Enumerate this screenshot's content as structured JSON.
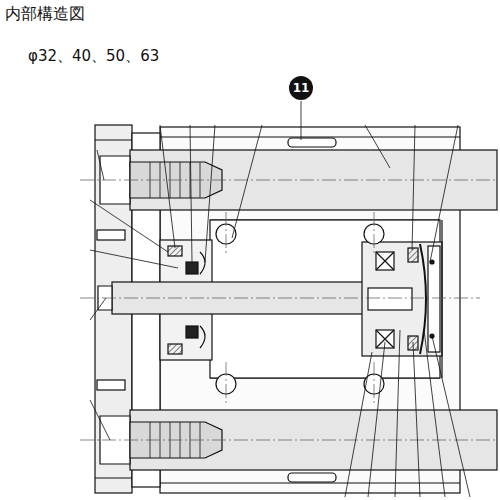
{
  "diagram": {
    "title": "内部構造図",
    "nodes": [
      {
        "text": [
          "11"
        ]
      }
    ],
    "edges": [],
    "labels": [
      "φ32、40、50、63"
    ]
  }
}
